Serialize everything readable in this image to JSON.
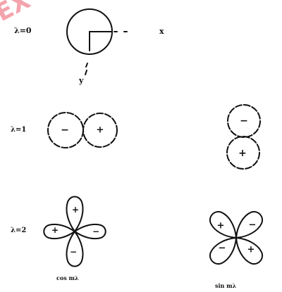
{
  "colors": {
    "ink": "#111111",
    "watermark": "#f4a3ad",
    "background": "#ffffff"
  },
  "watermark": {
    "text": "EX"
  },
  "rows": {
    "l0": {
      "label": "λ=0",
      "axis_x": "x",
      "axis_y": "y"
    },
    "l1": {
      "label": "λ=1",
      "left_orbital": {
        "left_lobe": "−",
        "right_lobe": "+"
      },
      "right_orbital": {
        "top_lobe": "−",
        "bottom_lobe": "+"
      }
    },
    "l2": {
      "label": "λ=2",
      "left_orbital": {
        "top_lobe": "+",
        "left_lobe": "+",
        "right_lobe": "−",
        "bottom_lobe": "−",
        "caption": "cos mλ"
      },
      "right_orbital": {
        "top_left_lobe": "+",
        "top_right_lobe": "−",
        "bottom_left_lobe": "−",
        "bottom_right_lobe": "+",
        "caption": "sin mλ"
      }
    }
  }
}
